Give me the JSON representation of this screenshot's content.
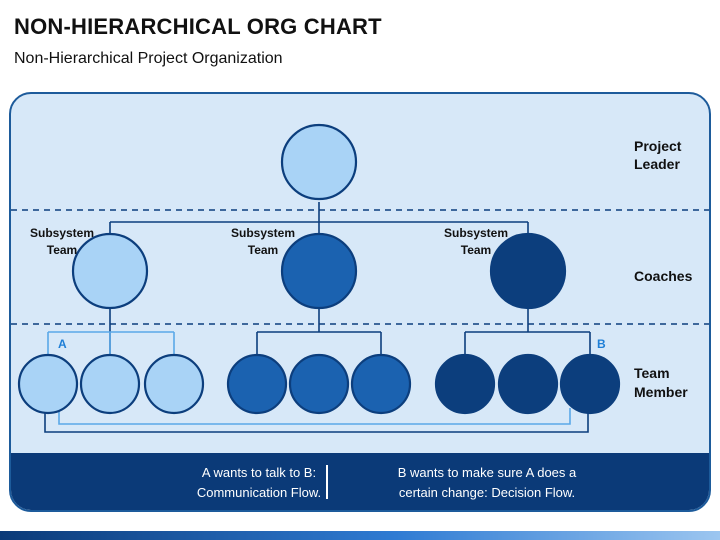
{
  "title": "NON-HIERARCHICAL ORG CHART",
  "subtitle": "Non-Hierarchical Project Organization",
  "levels": {
    "project_leader": [
      "Project",
      "Leader"
    ],
    "coaches": [
      "Coaches"
    ],
    "team_member": [
      "Team",
      "Member"
    ]
  },
  "subsystem_label": [
    "Subsystem",
    "Team"
  ],
  "markers": {
    "a": "A",
    "b": "B"
  },
  "footer": {
    "left": [
      "A wants to talk to B:",
      "Communication Flow."
    ],
    "right": [
      "B wants to make sure A does a",
      "certain change: Decision Flow."
    ]
  },
  "colors": {
    "light": "#a9d3f6",
    "mid": "#1b62b0",
    "dark": "#0c3e7d",
    "silhouette": "#0a2d5c",
    "accent": "#1f7fd6"
  }
}
